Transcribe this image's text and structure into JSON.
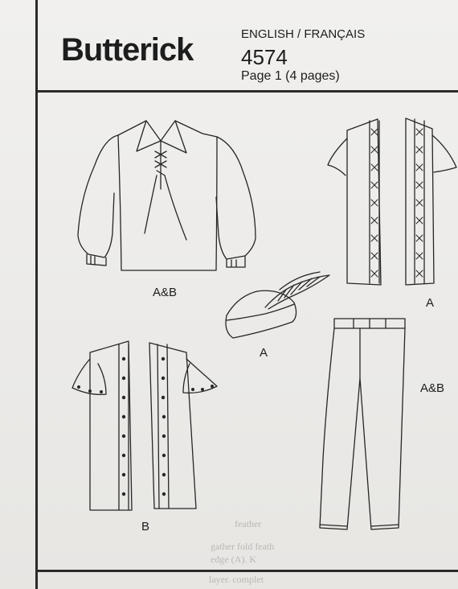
{
  "header": {
    "brand": "Butterick",
    "language": "ENGLISH / FRANÇAIS",
    "pattern_number": "4574",
    "page_info": "Page 1 (4 pages)"
  },
  "views": {
    "shirt_label": "A&B",
    "vest_a_label": "A",
    "hat_label": "A",
    "vest_b_label": "B",
    "pants_label": "A&B"
  },
  "show_through": {
    "line1": "feather",
    "line2": "gather fold feath",
    "line3": "edge (A). K",
    "line4": "layer. complet"
  }
}
